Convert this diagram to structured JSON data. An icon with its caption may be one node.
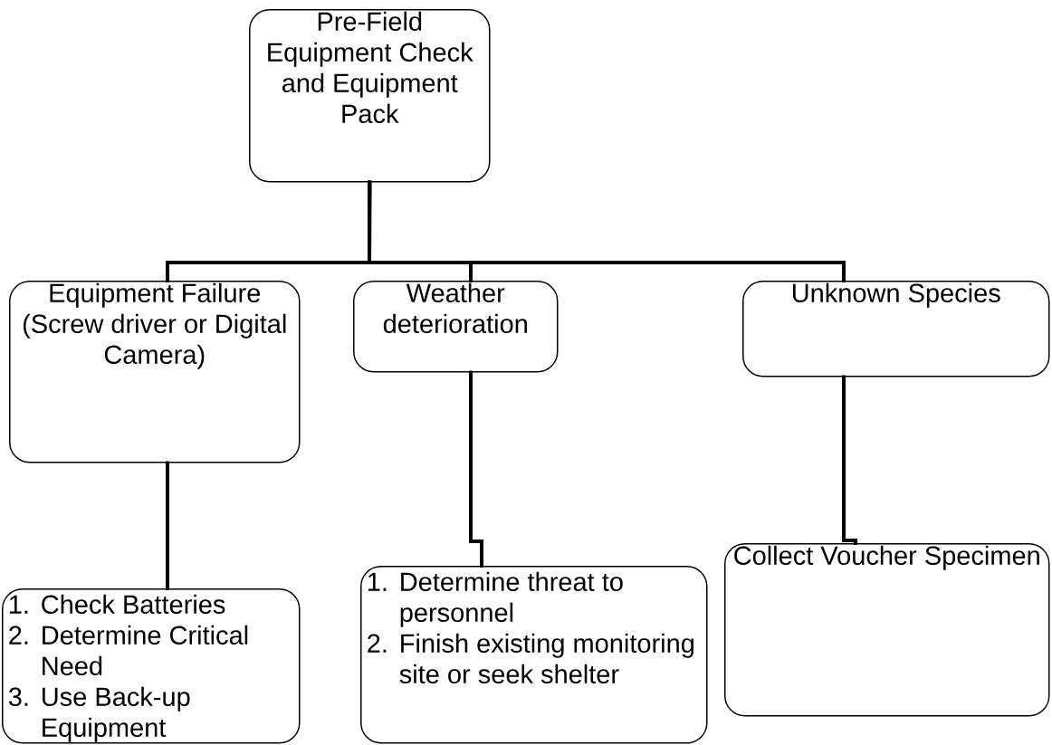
{
  "diagram": {
    "nodes": [
      {
        "text": [
          "Pre-Field Equipment Check and Equipment Pack"
        ]
      },
      {
        "text": [
          "Equipment Failure (Screw driver or Digital Camera)"
        ]
      },
      {
        "text": [
          "Weather deterioration"
        ]
      },
      {
        "text": [
          "Unknown Species"
        ]
      },
      {
        "text": [
          "1.",
          "Check Batteries",
          "2.",
          "Determine Critical Need",
          "3.",
          "Use Back-up Equipment"
        ]
      },
      {
        "text": [
          "1.",
          "Determine threat to personnel",
          "2.",
          "Finish existing monitoring site or seek shelter"
        ]
      },
      {
        "text": [
          "Collect Voucher Specimen"
        ]
      }
    ],
    "edges": [
      {
        "from": 0,
        "to": 1,
        "arrow": "none"
      },
      {
        "from": 0,
        "to": 2,
        "arrow": "none"
      },
      {
        "from": 0,
        "to": 3,
        "arrow": "none"
      },
      {
        "from": 1,
        "to": 4,
        "arrow": "none"
      },
      {
        "from": 2,
        "to": 5,
        "arrow": "none"
      },
      {
        "from": 3,
        "to": 6,
        "arrow": "none"
      }
    ]
  }
}
